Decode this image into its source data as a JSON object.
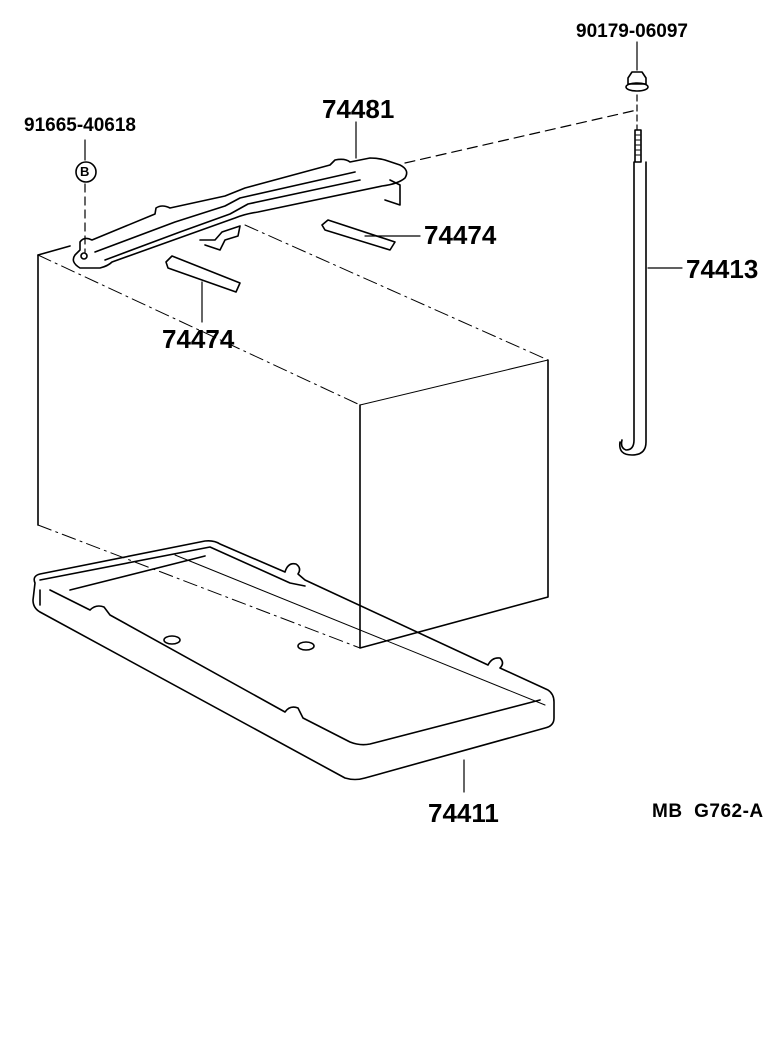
{
  "diagram": {
    "type": "exploded parts diagram",
    "subject": "battery hold-down and tray",
    "reference_code": "MB  G762-A",
    "parts": [
      {
        "id": "nut",
        "part_number": "90179-06097"
      },
      {
        "id": "bolt_b",
        "part_number": "91665-40618",
        "callout": "B"
      },
      {
        "id": "clamp",
        "part_number": "74481"
      },
      {
        "id": "pad_right",
        "part_number": "74474"
      },
      {
        "id": "pad_left",
        "part_number": "74474"
      },
      {
        "id": "rod",
        "part_number": "74413"
      },
      {
        "id": "tray",
        "part_number": "74411"
      }
    ]
  },
  "colors": {
    "line": "#000000",
    "background": "#ffffff"
  }
}
